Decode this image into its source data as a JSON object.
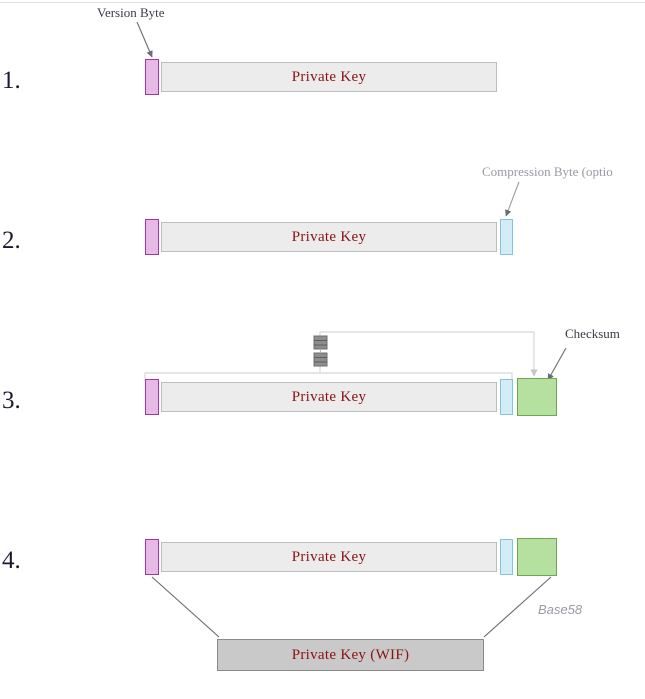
{
  "diagram": {
    "title_text_present": false,
    "steps": [
      {
        "number": "1.",
        "segments": [
          {
            "name": "version-byte",
            "label": ""
          },
          {
            "name": "private-key",
            "label": "Private Key"
          }
        ]
      },
      {
        "number": "2.",
        "segments": [
          {
            "name": "version-byte",
            "label": ""
          },
          {
            "name": "private-key",
            "label": "Private Key"
          },
          {
            "name": "compression-byte",
            "label": ""
          }
        ]
      },
      {
        "number": "3.",
        "segments": [
          {
            "name": "version-byte",
            "label": ""
          },
          {
            "name": "private-key",
            "label": "Private Key"
          },
          {
            "name": "compression-byte",
            "label": ""
          },
          {
            "name": "checksum",
            "label": ""
          }
        ]
      },
      {
        "number": "4.",
        "segments": [
          {
            "name": "version-byte",
            "label": ""
          },
          {
            "name": "private-key",
            "label": "Private Key"
          },
          {
            "name": "compression-byte",
            "label": ""
          },
          {
            "name": "checksum",
            "label": ""
          }
        ],
        "result": {
          "name": "private-key-wif",
          "label": "Private Key (WIF)"
        }
      }
    ],
    "annotations": {
      "version_byte": "Version Byte",
      "compression_byte": "Compression Byte (optio",
      "checksum": "Checksum",
      "base58": "Base58"
    },
    "icons": {
      "hash": "double-hash-icon"
    },
    "colors": {
      "version_byte_fill": "#e6b9e6",
      "version_byte_border": "#a533a5",
      "private_key_fill": "#ececec",
      "private_key_border": "#bdbdbd",
      "compression_byte_fill": "#d3ecf6",
      "compression_byte_border": "#7fc5de",
      "checksum_fill": "#b5e0a0",
      "checksum_border": "#6aa84f",
      "wif_fill": "#c9c9c9",
      "wif_border": "#8a8a8a",
      "key_text": "#8c1111",
      "annotation_text": "#3a3a46",
      "annotation_light": "#9a9aa2"
    }
  }
}
